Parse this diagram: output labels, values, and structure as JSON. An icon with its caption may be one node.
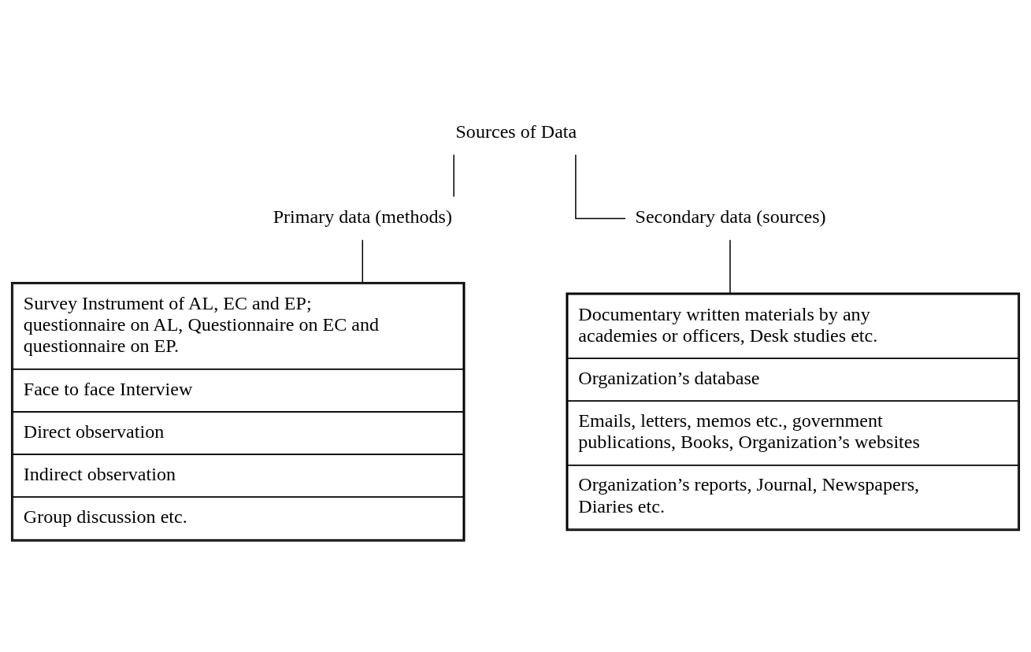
{
  "diagram": {
    "nodes": [
      {
        "text": [
          "Sources of Data"
        ]
      },
      {
        "text": [
          "Primary data (methods)"
        ]
      },
      {
        "text": [
          "Secondary data (sources)"
        ]
      },
      {
        "text": [
          "Survey Instrument of AL, EC and EP; questionnaire on AL, Questionnaire on EC and questionnaire on EP.",
          "Face to face Interview",
          "Direct observation",
          "Indirect observation",
          "Group discussion etc."
        ]
      },
      {
        "text": [
          "Documentary written materials by any academies or officers, Desk studies etc.",
          "Organization’s database",
          "Emails, letters, memos etc., government publications, Books, Organization’s websites",
          "Organization’s reports, Journal, Newspapers, Diaries etc."
        ]
      }
    ],
    "edges": [
      {
        "from": 0,
        "to": 1,
        "arrow": "none"
      },
      {
        "from": 0,
        "to": 2,
        "arrow": "none"
      },
      {
        "from": 1,
        "to": 3,
        "arrow": "none"
      },
      {
        "from": 2,
        "to": 4,
        "arrow": "none"
      }
    ]
  }
}
